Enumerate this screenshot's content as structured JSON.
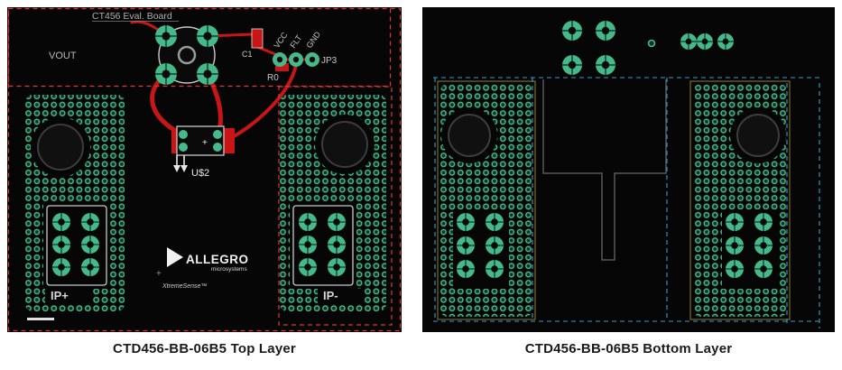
{
  "page": {
    "background_color": "#ffffff"
  },
  "panels": {
    "top_layer": {
      "caption": "CTD456-BB-06B5 Top Layer",
      "board": {
        "title": "CT456 Eval. Board",
        "ref_labels": {
          "vout": "VOUT",
          "vcc": "VCC",
          "flt": "FLT",
          "gnd": "GND",
          "jp3": "JP3",
          "c1": "C1",
          "r0": "R0",
          "u2": "U$2",
          "ip_plus": "IP+",
          "ip_minus": "IP-"
        },
        "marks": {
          "u2_polarity": "+"
        },
        "logo": {
          "brand": "ALLEGRO",
          "brand_sub": "microsystems",
          "plus_mark": "+",
          "tagline": "XtremeSense™"
        }
      }
    },
    "bottom_layer": {
      "caption": "CTD456-BB-06B5 Bottom Layer"
    }
  },
  "colors": {
    "board_substrate": "#060606",
    "pad_green": "#46b98a",
    "via_core": "#123227",
    "trace_red": "#c81616",
    "highlight_dashed_red": "#e03434",
    "highlight_dashed_blue": "#2e9fd4",
    "keepout_yellow": "#8f7d2a",
    "silkscreen": "#c8c8c8",
    "caption_text": "#1a1a1a"
  }
}
